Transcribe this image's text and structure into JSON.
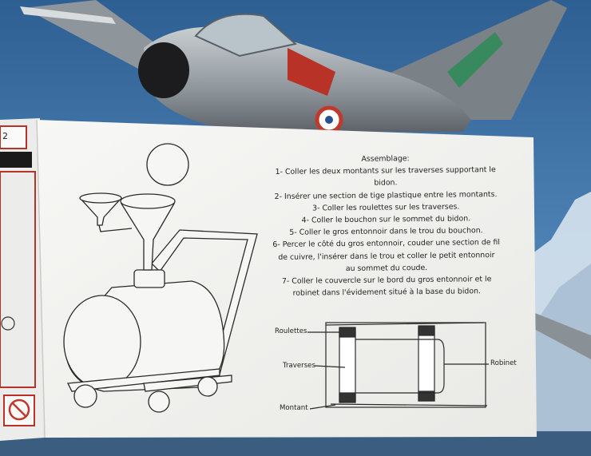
{
  "instructions": {
    "title": "Assemblage:",
    "steps": [
      "1- Coller les deux montants sur les traverses supportant le bidon.",
      "2- Insérer une section de tige plastique entre les montants.",
      "3- Coller les roulettes sur les traverses.",
      "4- Coller le bouchon sur le sommet du bidon.",
      "5- Coller le gros entonnoir dans le trou du bouchon.",
      "6- Percer le côté du gros entonnoir, couder une section de fil de cuivre, l'insérer dans le trou et coller le petit entonnoir au sommet du coude.",
      "7- Coller le couvercle sur le bord du gros entonnoir et le robinet dans l'évidement situé à la base du bidon."
    ]
  },
  "diagram": {
    "labels": {
      "roulettes": "Roulettes",
      "traverses": "Traverses",
      "montant": "Montant",
      "robinet": "Robinet"
    }
  },
  "cut_text": "2",
  "colors": {
    "sky": "#3f73a8",
    "paper": "#f4f4f2",
    "aircraft": "#9aa1a6",
    "accent_red": "#c0392b"
  }
}
